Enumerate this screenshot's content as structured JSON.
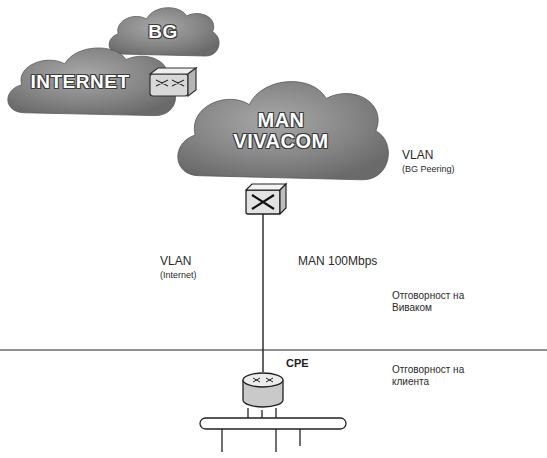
{
  "diagram": {
    "nodes": [
      {
        "text": [
          "BG"
        ]
      },
      {
        "text": [
          "INTERNET"
        ]
      },
      {
        "text": [
          "MAN VIVACOM"
        ]
      },
      {
        "text": [
          "CPE"
        ]
      }
    ],
    "edges": [
      {
        "from": 2,
        "to": 3,
        "arrow": "none"
      }
    ],
    "labels": [
      "VLAN",
      "(BG Peering)",
      "VLAN",
      "(Internet)",
      "MAN 100Mbps",
      "Отговорност на Виваком",
      "Отговорност на клиента"
    ]
  }
}
